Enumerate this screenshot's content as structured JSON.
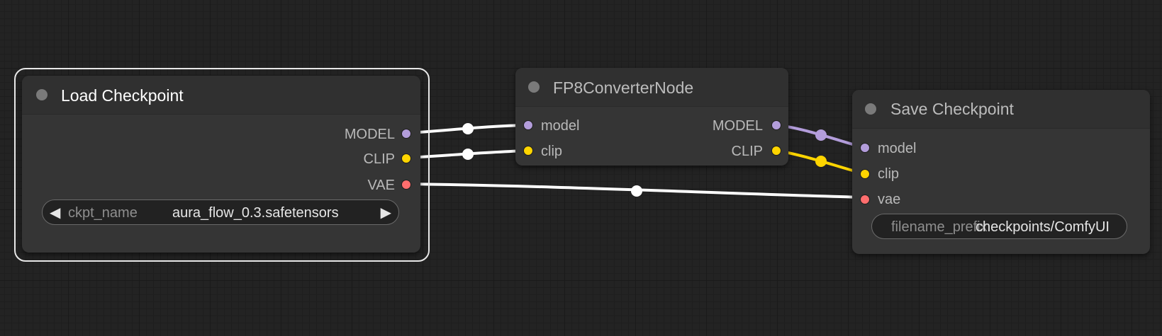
{
  "colors": {
    "canvas_bg": "#232323",
    "node_bg": "#353535",
    "model_slot": "#b39ddb",
    "clip_slot": "#ffd500",
    "vae_slot": "#ff6e6e",
    "link_default": "#ffffff",
    "link_model": "#b39ddb",
    "link_clip": "#ffd500"
  },
  "nodes": {
    "load_checkpoint": {
      "title": "Load Checkpoint",
      "outputs": [
        "MODEL",
        "CLIP",
        "VAE"
      ],
      "widget": {
        "name": "ckpt_name",
        "value": "aura_flow_0.3.safetensors",
        "left_arrow": "◀",
        "right_arrow": "▶"
      }
    },
    "fp8_converter": {
      "title": "FP8ConverterNode",
      "inputs": [
        "model",
        "clip"
      ],
      "outputs": [
        "MODEL",
        "CLIP"
      ]
    },
    "save_checkpoint": {
      "title": "Save Checkpoint",
      "inputs": [
        "model",
        "clip",
        "vae"
      ],
      "widget": {
        "name": "filename_prefix",
        "value": "checkpoints/ComfyUI"
      }
    }
  }
}
